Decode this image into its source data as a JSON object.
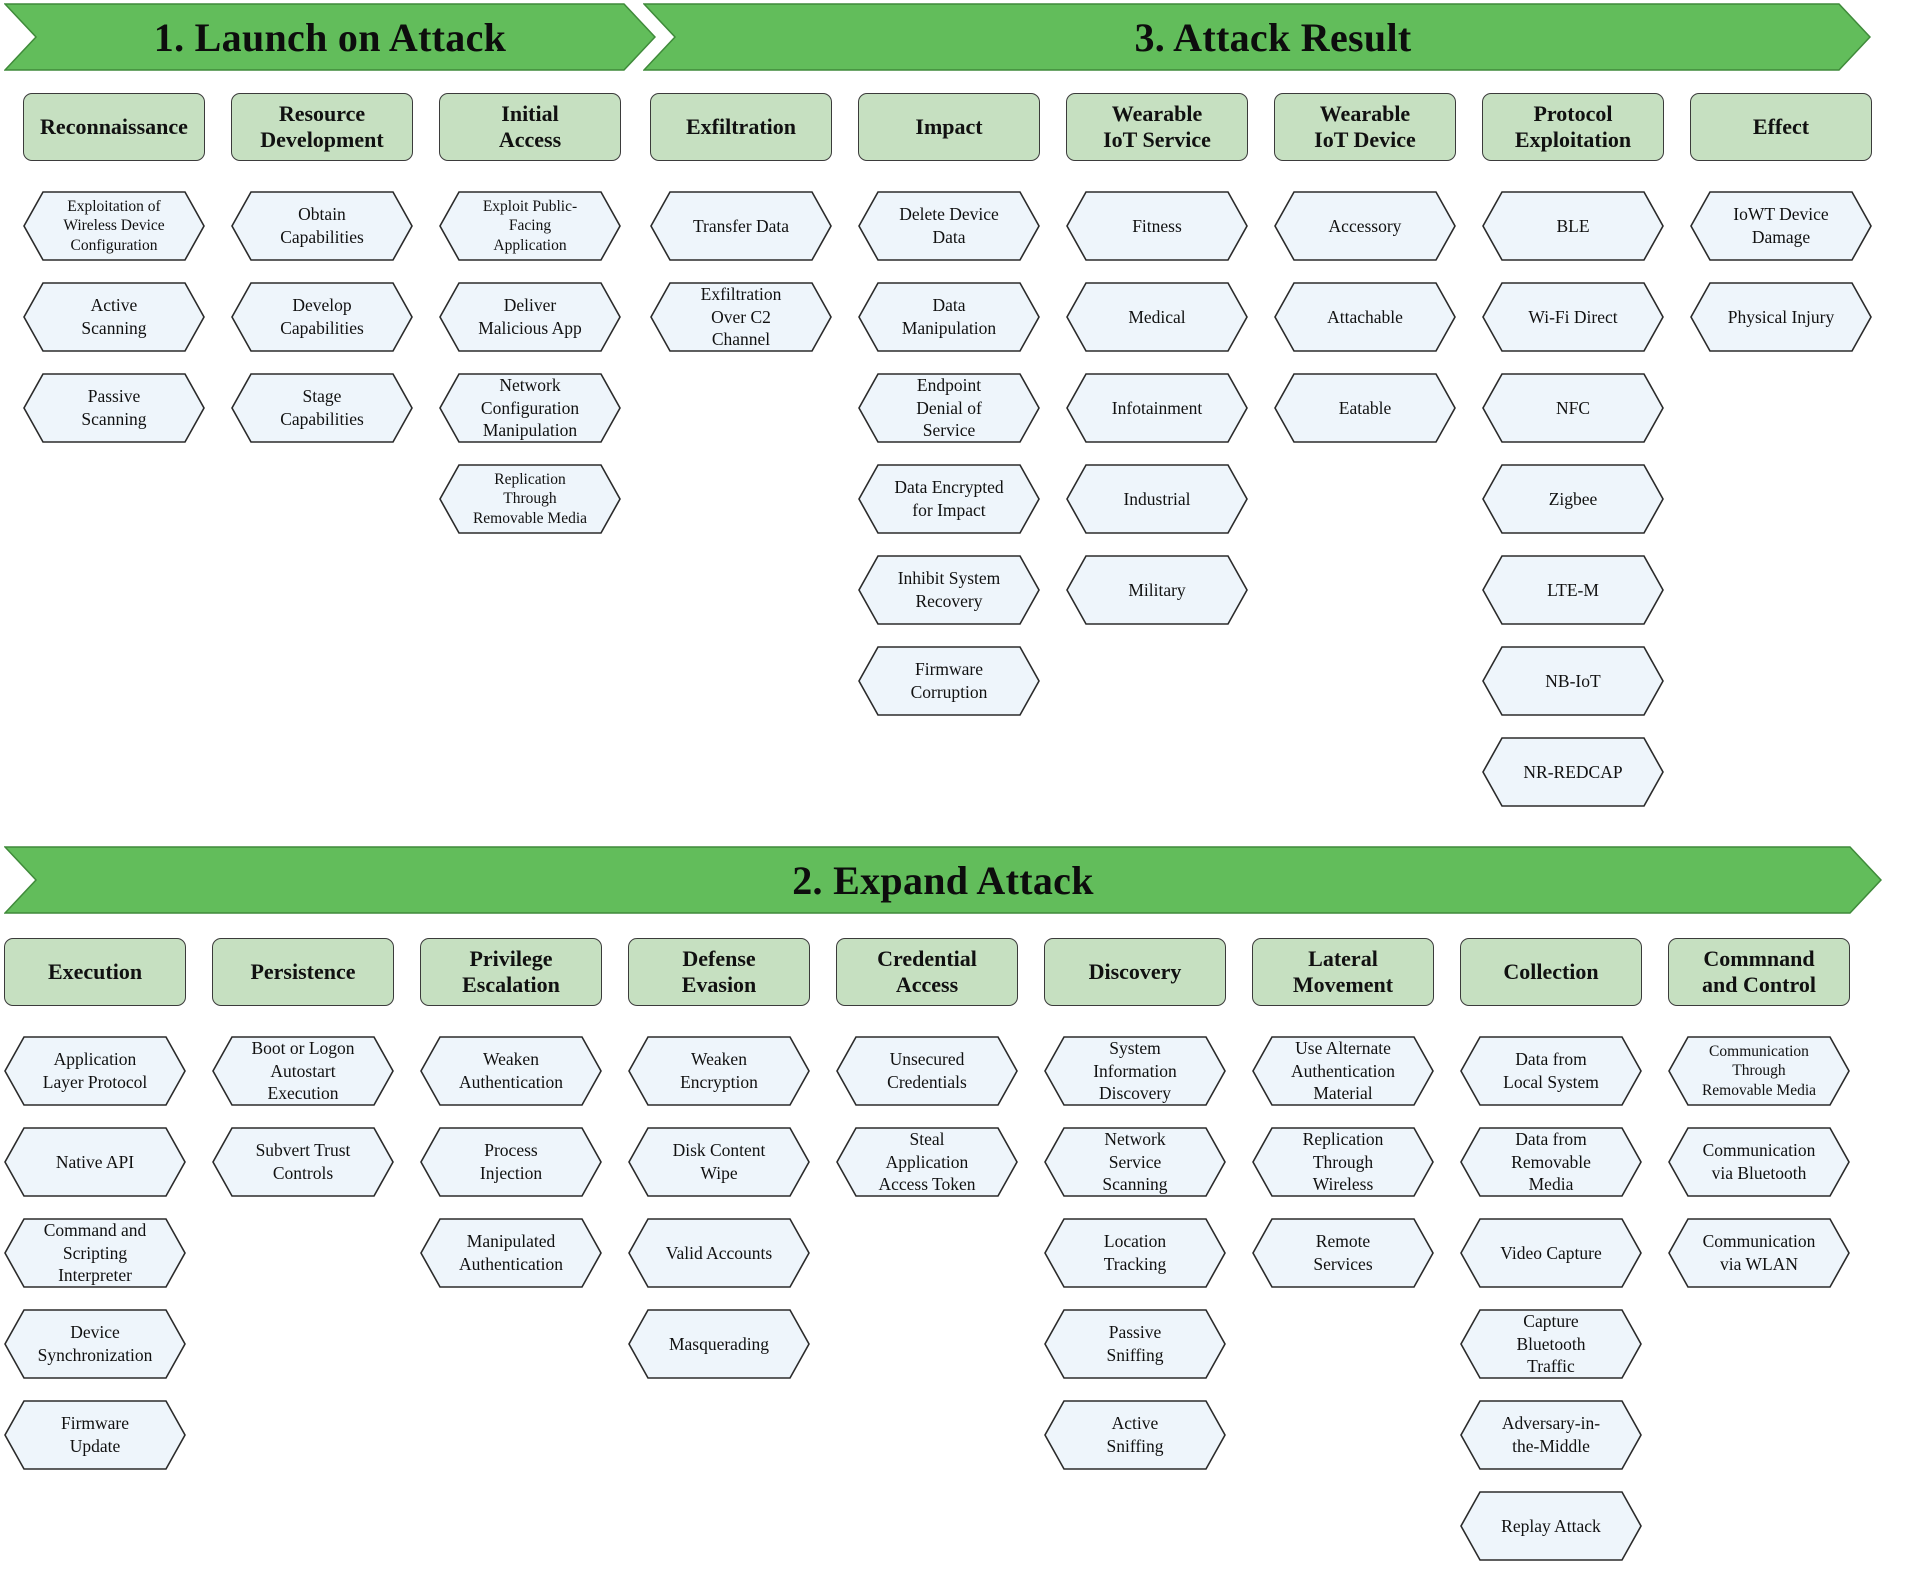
{
  "banners": {
    "launch": "1. Launch on Attack",
    "result": "3. Attack Result",
    "expand": "2. Expand Attack"
  },
  "colors": {
    "banner_fill": "#62bd5b",
    "banner_stroke": "#3f8a3a",
    "header_fill": "#c6e0c1",
    "hex_fill": "#eef5fb",
    "hex_stroke": "#2b2b2b"
  },
  "top_columns": [
    {
      "header": "Reconnaissance",
      "items": [
        "Exploitation of\nWireless Device\nConfiguration",
        "Active\nScanning",
        "Passive\nScanning"
      ]
    },
    {
      "header": "Resource\nDevelopment",
      "items": [
        "Obtain\nCapabilities",
        "Develop\nCapabilities",
        "Stage\nCapabilities"
      ]
    },
    {
      "header": "Initial\nAccess",
      "items": [
        "Exploit Public-\nFacing\nApplication",
        "Deliver\nMalicious App",
        "Network\nConfiguration\nManipulation",
        "Replication\nThrough\nRemovable Media"
      ]
    },
    {
      "header": "Exfiltration",
      "items": [
        "Transfer Data",
        "Exfiltration\nOver C2\nChannel"
      ]
    },
    {
      "header": "Impact",
      "items": [
        "Delete Device\nData",
        "Data\nManipulation",
        "Endpoint\nDenial of\nService",
        "Data Encrypted\nfor Impact",
        "Inhibit System\nRecovery",
        "Firmware\nCorruption"
      ]
    },
    {
      "header": "Wearable\nIoT Service",
      "items": [
        "Fitness",
        "Medical",
        "Infotainment",
        "Industrial",
        "Military"
      ]
    },
    {
      "header": "Wearable\nIoT Device",
      "items": [
        "Accessory",
        "Attachable",
        "Eatable"
      ]
    },
    {
      "header": "Protocol\nExploitation",
      "items": [
        "BLE",
        "Wi-Fi Direct",
        "NFC",
        "Zigbee",
        "LTE-M",
        "NB-IoT",
        "NR-REDCAP"
      ]
    },
    {
      "header": "Effect",
      "items": [
        "IoWT Device\nDamage",
        "Physical Injury"
      ]
    }
  ],
  "bottom_columns": [
    {
      "header": "Execution",
      "items": [
        "Application\nLayer Protocol",
        "Native API",
        "Command and\nScripting\nInterpreter",
        "Device\nSynchronization",
        "Firmware\nUpdate"
      ]
    },
    {
      "header": "Persistence",
      "items": [
        "Boot or Logon\nAutostart\nExecution",
        "Subvert Trust\nControls"
      ]
    },
    {
      "header": "Privilege\nEscalation",
      "items": [
        "Weaken\nAuthentication",
        "Process\nInjection",
        "Manipulated\nAuthentication"
      ]
    },
    {
      "header": "Defense\nEvasion",
      "items": [
        "Weaken\nEncryption",
        "Disk Content\nWipe",
        "Valid Accounts",
        "Masquerading"
      ]
    },
    {
      "header": "Credential\nAccess",
      "items": [
        "Unsecured\nCredentials",
        "Steal\nApplication\nAccess Token"
      ]
    },
    {
      "header": "Discovery",
      "items": [
        "System\nInformation\nDiscovery",
        "Network\nService\nScanning",
        "Location\nTracking",
        "Passive\nSniffing",
        "Active\nSniffing"
      ]
    },
    {
      "header": "Lateral\nMovement",
      "items": [
        "Use Alternate\nAuthentication\nMaterial",
        "Replication\nThrough\nWireless",
        "Remote\nServices"
      ]
    },
    {
      "header": "Collection",
      "items": [
        "Data from\nLocal System",
        "Data from\nRemovable\nMedia",
        "Video Capture",
        "Capture\nBluetooth\nTraffic",
        "Adversary-in-\nthe-Middle",
        "Replay Attack"
      ]
    },
    {
      "header": "Commnand\nand Control",
      "items": [
        "Communication\nThrough\nRemovable Media",
        "Communication\nvia Bluetooth",
        "Communication\nvia WLAN"
      ]
    }
  ]
}
